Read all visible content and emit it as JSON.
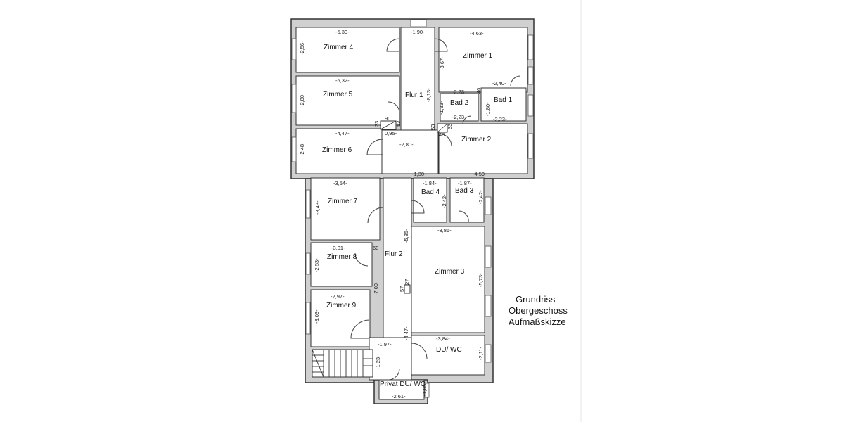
{
  "title": {
    "line1": "Grundriss",
    "line2": "Obergeschoss",
    "line3": "Aufmaßskizze"
  },
  "rooms": {
    "zimmer1": "Zimmer 1",
    "zimmer2": "Zimmer 2",
    "zimmer3": "Zimmer 3",
    "zimmer4": "Zimmer 4",
    "zimmer5": "Zimmer 5",
    "zimmer6": "Zimmer 6",
    "zimmer7": "Zimmer 7",
    "zimmer8": "Zimmer 8",
    "zimmer9": "Zimmer 9",
    "flur1": "Flur 1",
    "flur2": "Flur 2",
    "bad1": "Bad 1",
    "bad2": "Bad 2",
    "bad3": "Bad 3",
    "bad4": "Bad 4",
    "duwc": "DU/ WC",
    "privat": "Privat DU/ WC"
  },
  "dimensions": {
    "z4_w": "-5,30-",
    "z4_h": "-2,56-",
    "flur1_top": "-1,90-",
    "z1_w": "-4,63-",
    "z1_h": "-3,67-",
    "z5_w": "-5,32-",
    "z5_h": "-2,80-",
    "flur1_len": "-8,13-",
    "bad1_w": "-2,40-",
    "bad_sep": "40",
    "bad2_w": "-2,23-",
    "bad2_h": "-1,33-",
    "bad2_w2": "-2,23-",
    "bad1_h": "-1,80-",
    "bad1_w2": "-2,23-",
    "shaft_w": "90",
    "shaft_d1": "33",
    "shaft_d2": "53",
    "shaft_r1": "53",
    "shaft_r2": "33",
    "shaft_r3": "48",
    "z6_w": "-4,47-",
    "flur1_w": "0,95-",
    "z6_h": "-2,48-",
    "flur1_w2": "-2,80-",
    "flur_mid": "-1,30-",
    "z2_w": "-4,59-",
    "z7_w": "-3,54-",
    "bad4_w": "-1,84-",
    "bad3_w": "-1,87-",
    "bad4_h": "-2,42-",
    "bad3_h": "-2,42-",
    "z7_h": "-3,43-",
    "z3_w": "-3,86-",
    "flur2_len": "-5,85-",
    "z8_w": "-3,01-",
    "z8_gap": "60",
    "z8_h": "-2,53-",
    "z3_h": "-5,73-",
    "flur2_a": "57",
    "flur2_b": "27",
    "z9_w": "-2,97-",
    "flur2_len2": "-7,09-",
    "z9_h": "-3,03-",
    "flur2_end": "-4,47-",
    "duwc_w": "-3,84-",
    "stair_w": "-1,97-",
    "duwc_h": "-2,11-",
    "privat_h": "-1,23-",
    "privat_h2": "-1,05",
    "privat_w": "-2,61-"
  }
}
